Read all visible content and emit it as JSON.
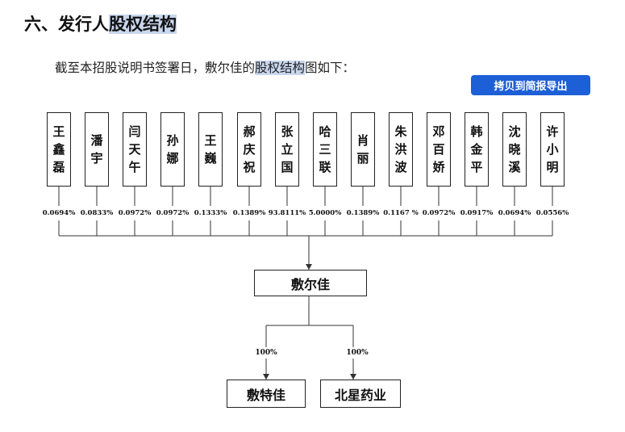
{
  "section": {
    "title_prefix": "六、发行人",
    "title_highlight": "股权结构"
  },
  "intro": {
    "before": "截至本招股说明书签署日，敷尔佳的",
    "highlight": "股权结构",
    "after": "图如下："
  },
  "export_button_label": "拷贝到简报导出",
  "shareholders": [
    {
      "name": "王鑫磊",
      "pct": "0.0694%"
    },
    {
      "name": "潘宇",
      "pct": "0.0833%"
    },
    {
      "name": "闫天午",
      "pct": "0.0972%"
    },
    {
      "name": "孙娜",
      "pct": "0.0972%"
    },
    {
      "name": "王巍",
      "pct": "0.1333%"
    },
    {
      "name": "郝庆祝",
      "pct": "0.1389%"
    },
    {
      "name": "张立国",
      "pct": "93.8111%"
    },
    {
      "name": "哈三联",
      "pct": "5.0000%"
    },
    {
      "name": "肖丽",
      "pct": "0.1389%"
    },
    {
      "name": "朱洪波",
      "pct": "0.1167 %"
    },
    {
      "name": "邓百娇",
      "pct": "0.0972%"
    },
    {
      "name": "韩金平",
      "pct": "0.0917%"
    },
    {
      "name": "沈晓溪",
      "pct": "0.0694%"
    },
    {
      "name": "许小明",
      "pct": "0.0556%"
    }
  ],
  "company": "敷尔佳",
  "subsidiaries": [
    {
      "name": "敷特佳",
      "pct": "100%"
    },
    {
      "name": "北星药业",
      "pct": "100%"
    }
  ]
}
